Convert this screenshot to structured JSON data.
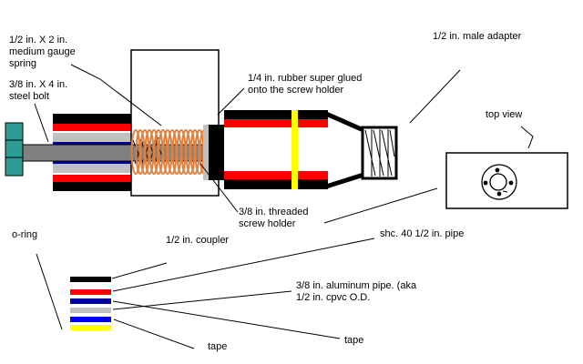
{
  "diagram": {
    "title": "spring-piston launcher parts diagram",
    "labels": {
      "spring": "1/2 in. X 2 in.\nmedium gauge\nspring",
      "steel_bolt": "3/8 in. X 4 in.\nsteel bolt",
      "rubber": "1/4 in. rubber super glued\nonto the screw holder",
      "male_adapter": "1/2 in. male adapter",
      "top_view": "top view",
      "screw_holder": "3/8 in. threaded\nscrew holder",
      "o_ring": "o-ring",
      "coupler": "1/2 in. coupler",
      "shc_pipe": "shc. 40 1/2 in. pipe",
      "aluminum_pipe": "3/8 in. aluminum pipe. (aka\n1/2 in. cpvc O.D.",
      "tape_left": "tape",
      "tape_right": "tape"
    },
    "colors": {
      "background": "#FFFFFF",
      "line": "#000000",
      "bolt_head_teal": "#2E9B94",
      "shaft_gray": "#808080",
      "silver": "#C0C0C0",
      "pipe_red": "#FF0000",
      "navy": "#000099",
      "blue": "#0000EE",
      "tape_yellow": "#FFFF00",
      "spring_orange": "#E0813F",
      "body_black": "#000000",
      "white": "#FFFFFF"
    },
    "legend": {
      "bars": [
        {
          "name": "coupler",
          "color": "#000000"
        },
        {
          "name": "shc-40-pipe",
          "color": "#FF0000"
        },
        {
          "name": "tape-navy",
          "color": "#000099"
        },
        {
          "name": "aluminum-pipe",
          "color": "#C0C0C0"
        },
        {
          "name": "tape-blue",
          "color": "#0000EE"
        },
        {
          "name": "o-ring-yellow",
          "color": "#FFFF00"
        }
      ]
    }
  }
}
